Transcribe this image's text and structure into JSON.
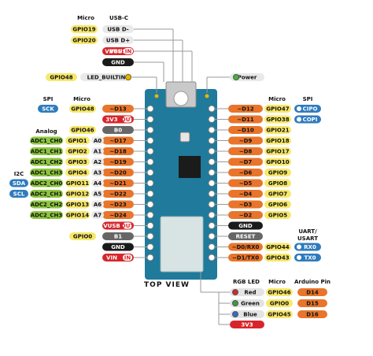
{
  "colors": {
    "gpio": "#f7e86a",
    "analog": "#8dc63f",
    "serial": "#2e7bbd",
    "analog_alt": "#e9e9e9",
    "digital": "#e8752b",
    "power": "#d6262b",
    "ground": "#1a1a1a",
    "reset": "#666666",
    "board": "#1f7a9b",
    "board_dark": "#155f7a"
  },
  "labels": {
    "top_view": "TOP VIEW",
    "hdr_micro_top": "Micro",
    "hdr_usbc": "USB-C",
    "hdr_spi_left": "SPI",
    "hdr_micro_left": "Micro",
    "hdr_analog": "Analog",
    "hdr_i2c": "I2C",
    "hdr_micro_right": "Micro",
    "hdr_spi_right": "SPI",
    "hdr_uart": "UART/",
    "hdr_usart": "USART",
    "hdr_rgb_led": "RGB LED",
    "hdr_micro_rgb": "Micro",
    "hdr_arduino_pin": "Arduino Pin"
  },
  "top": {
    "usb_rows": [
      {
        "gpio": "GPIO19",
        "func": "USB D-"
      },
      {
        "gpio": "GPIO20",
        "func": "USB D+"
      }
    ],
    "vbus": {
      "label": "VBUS",
      "dir": "IN"
    },
    "gnd": "GND",
    "led": {
      "gpio": "GPIO48",
      "func": "LED_BUILTIN"
    },
    "power_led": "Power"
  },
  "left_rows": [
    {
      "serial": "",
      "analog": "",
      "gpio": "",
      "analog_alt": "",
      "func": "~D13",
      "spi": "SCK",
      "micro": "GPIO48",
      "type": "digital"
    },
    {
      "func": "3V3",
      "dir": "OUT",
      "type": "power"
    },
    {
      "gpio": "GPIO46",
      "func": "B0",
      "type": "gray"
    },
    {
      "analog": "ADC1_CH0",
      "gpio": "GPIO1",
      "alt": "A0",
      "func": "~D17",
      "type": "digital"
    },
    {
      "analog": "ADC1_CH1",
      "gpio": "GPIO2",
      "alt": "A1",
      "func": "~D18",
      "type": "digital"
    },
    {
      "analog": "ADC1_CH2",
      "gpio": "GPIO3",
      "alt": "A2",
      "func": "~D19",
      "type": "digital"
    },
    {
      "analog": "ADC1_CH3",
      "gpio": "GPIO4",
      "alt": "A3",
      "func": "~D20",
      "type": "digital"
    },
    {
      "serial": "SDA",
      "analog": "ADC2_CH0",
      "gpio": "GPIO11",
      "alt": "A4",
      "func": "~D21",
      "type": "digital"
    },
    {
      "serial": "SCL",
      "analog": "ADC2_CH1",
      "gpio": "GPIO12",
      "alt": "A5",
      "func": "~D22",
      "type": "digital"
    },
    {
      "analog": "ADC2_CH2",
      "gpio": "GPIO13",
      "alt": "A6",
      "func": "~D23",
      "type": "digital"
    },
    {
      "analog": "ADC2_CH3",
      "gpio": "GPIO14",
      "alt": "A7",
      "func": "~D24",
      "type": "digital"
    },
    {
      "func": "VUSB",
      "dir": "OUT",
      "type": "power"
    },
    {
      "gpio": "GPIO0",
      "func": "B1",
      "type": "gray"
    },
    {
      "func": "GND",
      "type": "ground"
    },
    {
      "func": "VIN",
      "dir": "IN",
      "type": "power"
    }
  ],
  "right_rows": [
    {
      "func": "~D12",
      "gpio": "GPIO47",
      "spi": "CIPO",
      "type": "digital"
    },
    {
      "func": "~D11",
      "gpio": "GPIO38",
      "spi": "COPI",
      "type": "digital"
    },
    {
      "func": "~D10",
      "gpio": "GPIO21",
      "type": "digital"
    },
    {
      "func": "~D9",
      "gpio": "GPIO18",
      "type": "digital"
    },
    {
      "func": "~D8",
      "gpio": "GPIO17",
      "type": "digital"
    },
    {
      "func": "~D7",
      "gpio": "GPIO10",
      "type": "digital"
    },
    {
      "func": "~D6",
      "gpio": "GPIO9",
      "type": "digital"
    },
    {
      "func": "~D5",
      "gpio": "GPIO8",
      "type": "digital"
    },
    {
      "func": "~D4",
      "gpio": "GPIO7",
      "type": "digital"
    },
    {
      "func": "~D3",
      "gpio": "GPIO6",
      "type": "digital"
    },
    {
      "func": "~D2",
      "gpio": "GPIO5",
      "type": "digital"
    },
    {
      "func": "GND",
      "type": "ground"
    },
    {
      "func": "RESET",
      "type": "reset"
    },
    {
      "func": "~D0/RX0",
      "gpio": "GPIO44",
      "uart": "RX0",
      "type": "digital"
    },
    {
      "func": "~D1/TX0",
      "gpio": "GPIO43",
      "uart": "TX0",
      "type": "digital"
    }
  ],
  "rgb_rows": [
    {
      "led": "Red",
      "gpio": "GPIO46",
      "pin": "D14"
    },
    {
      "led": "Green",
      "gpio": "GPIO0",
      "pin": "D15"
    },
    {
      "led": "Blue",
      "gpio": "GPIO45",
      "pin": "D16"
    }
  ],
  "rgb_power": "3V3"
}
